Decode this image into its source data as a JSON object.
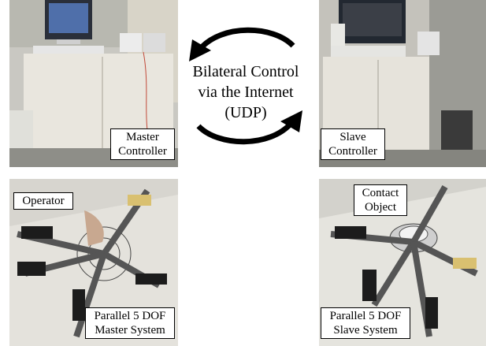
{
  "center": {
    "line1": "Bilateral Control",
    "line2": "via the Internet",
    "line3": "(UDP)"
  },
  "panels": {
    "master_controller": {
      "line1": "Master",
      "line2": "Controller"
    },
    "slave_controller": {
      "line1": "Slave",
      "line2": "Controller"
    },
    "master_system": {
      "line1": "Parallel 5 DOF",
      "line2": "Master System"
    },
    "slave_system": {
      "line1": "Parallel 5 DOF",
      "line2": "Slave System"
    },
    "operator": {
      "label": "Operator"
    },
    "contact_object": {
      "line1": "Contact",
      "line2": "Object"
    }
  }
}
